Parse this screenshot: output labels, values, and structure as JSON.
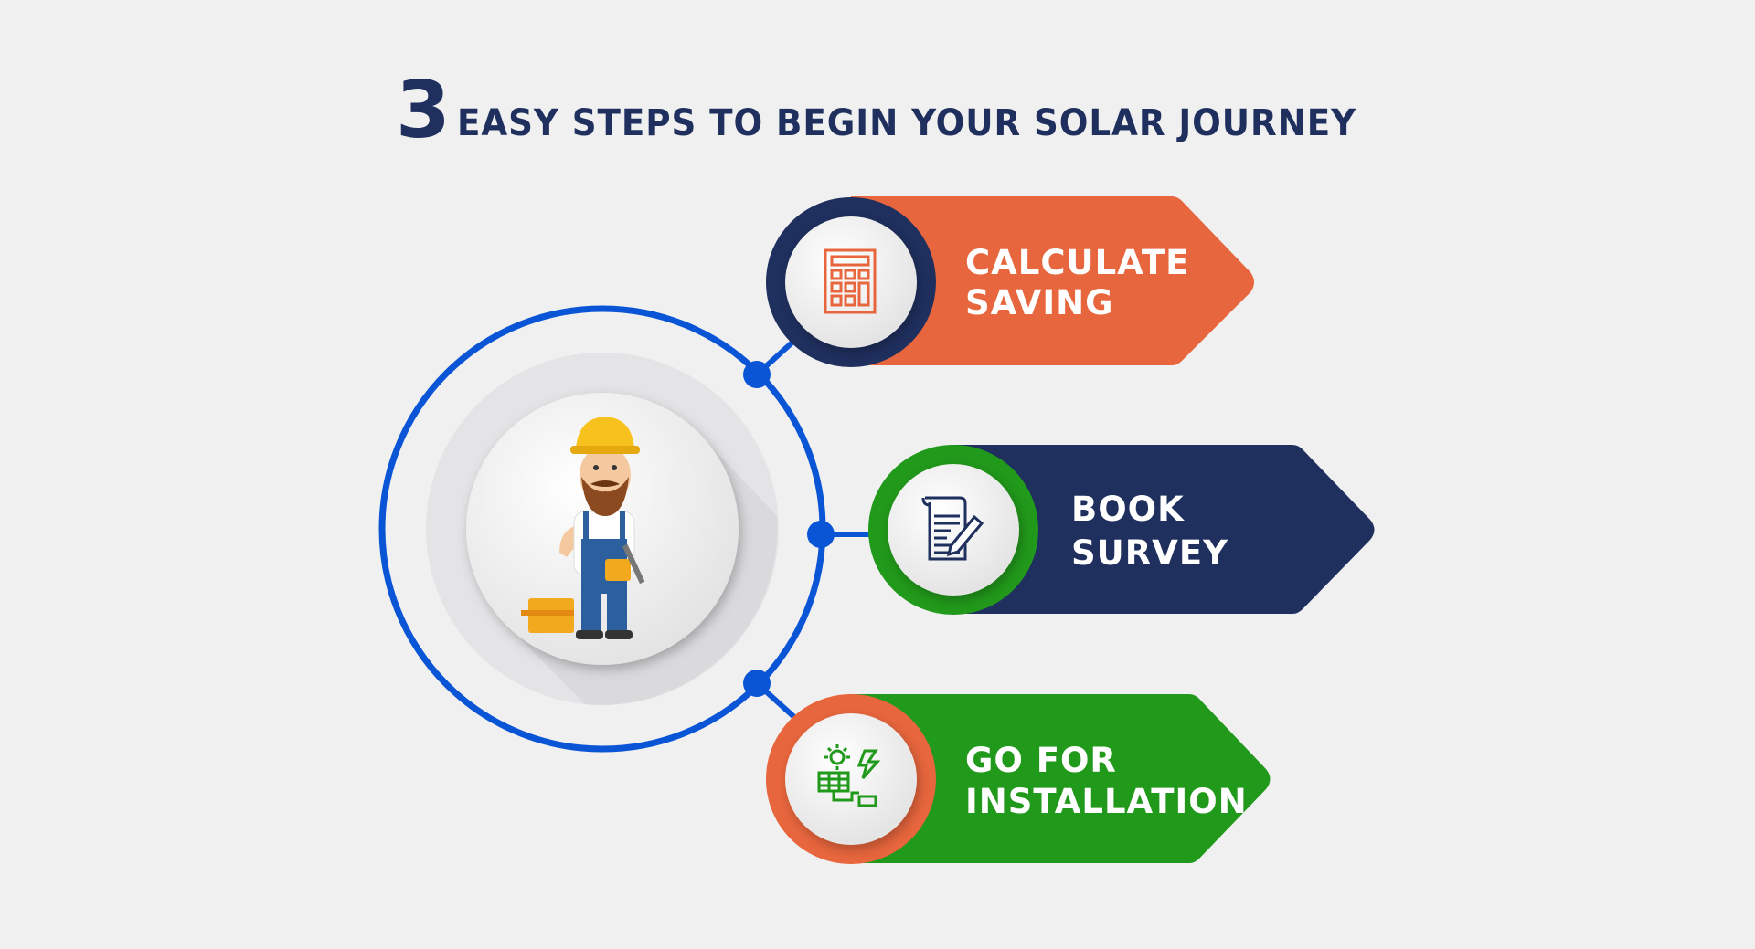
{
  "title": {
    "number": "3",
    "text": "EASY STEPS TO BEGIN YOUR SOLAR JOURNEY"
  },
  "colors": {
    "orange": "#e8663d",
    "navy": "#1f2f5e",
    "green": "#21991a",
    "blue": "#0a55d6",
    "background": "#f0f0f0"
  },
  "steps": [
    {
      "line1": "CALCULATE",
      "line2": "SAVING",
      "icon": "calculator-icon"
    },
    {
      "line1": "BOOK",
      "line2": "SURVEY",
      "icon": "document-pencil-icon"
    },
    {
      "line1": "GO FOR",
      "line2": "INSTALLATION",
      "icon": "solar-panel-icon"
    }
  ],
  "center": {
    "icon": "solar-worker-illustration"
  }
}
